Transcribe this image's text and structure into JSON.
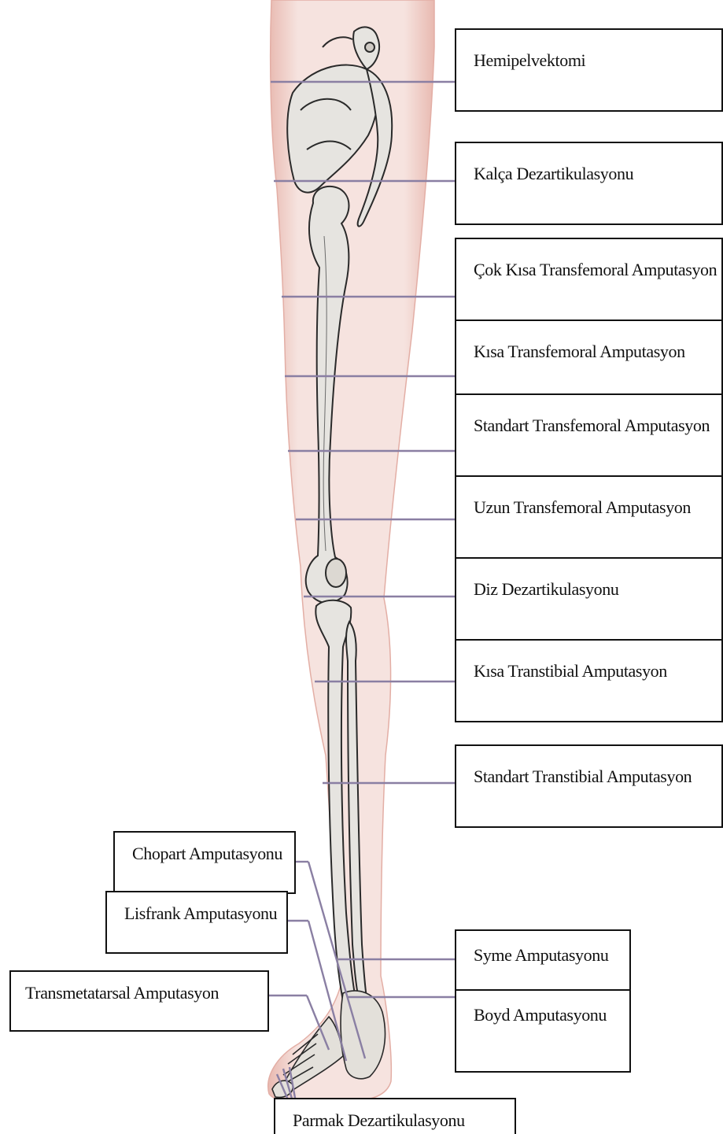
{
  "colors": {
    "skin_fill": "#f2dcd8",
    "skin_edge": "#e6b3aa",
    "bone_fill": "#e6e4e0",
    "bone_stroke": "#2a2a2a",
    "leader_line": "#8a7fa3",
    "box_border": "#111111"
  },
  "labels": {
    "hemipelvektomi": "Hemipelvektomi",
    "kalca": "Kalça Dezartikulasyonu",
    "cok_kisa_tf": "Çok Kısa Transfemoral Amputasyon",
    "kisa_tf": "Kısa Transfemoral Amputasyon",
    "standart_tf": "Standart Transfemoral Amputasyon",
    "uzun_tf": "Uzun Transfemoral Amputasyon",
    "diz": "Diz Dezartikulasyonu",
    "kisa_tt": "Kısa Transtibial Amputasyon",
    "standart_tt": "Standart Transtibial Amputasyon",
    "chopart": "Chopart Amputasyonu",
    "lisfrank": "Lisfrank Amputasyonu",
    "transmetatarsal": "Transmetatarsal Amputasyon",
    "syme": "Syme Amputasyonu",
    "boyd": "Boyd Amputasyonu",
    "parmak": "Parmak Dezartikulasyonu"
  }
}
